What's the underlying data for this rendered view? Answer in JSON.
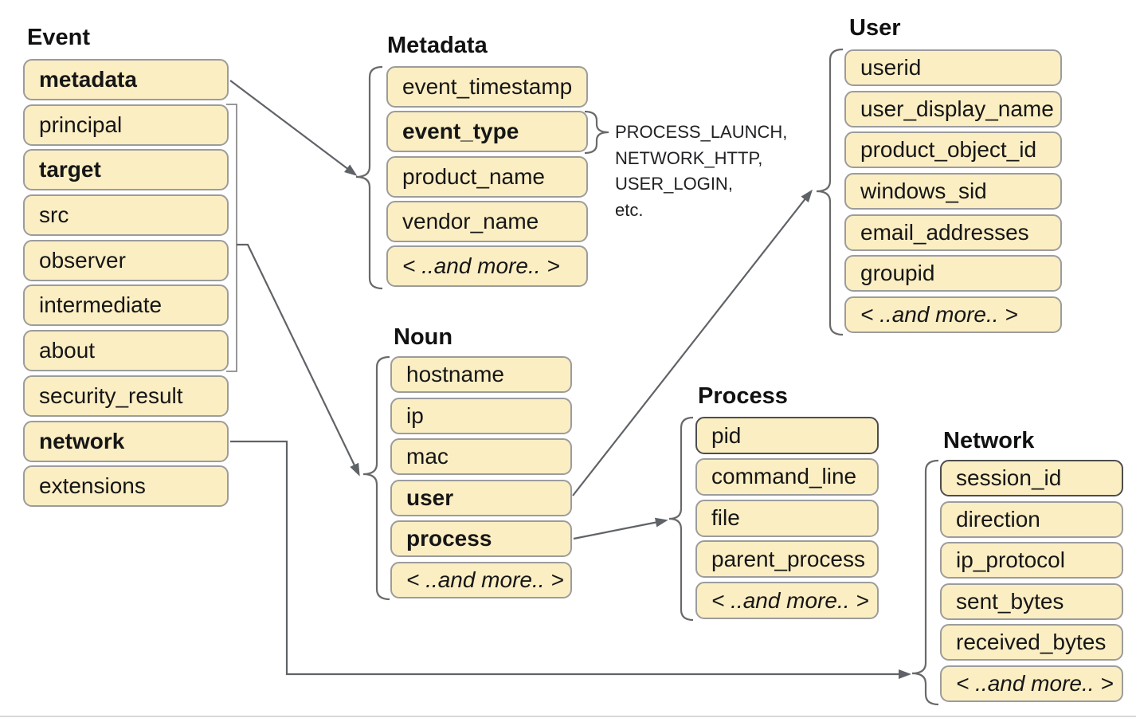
{
  "colors": {
    "box_fill": "#fbeec3",
    "box_border": "#9c9c9c",
    "box_border_highlight": "#4d4d4d",
    "connector": "#5f6368",
    "page_divider": "#d9d9d9"
  },
  "groups": [
    {
      "id": "event",
      "title": "Event",
      "items": [
        {
          "label": "metadata",
          "bold": true
        },
        {
          "label": "principal"
        },
        {
          "label": "target",
          "bold": true
        },
        {
          "label": "src"
        },
        {
          "label": "observer"
        },
        {
          "label": "intermediate"
        },
        {
          "label": "about"
        },
        {
          "label": "security_result"
        },
        {
          "label": "network",
          "bold": true
        },
        {
          "label": "extensions"
        }
      ]
    },
    {
      "id": "metadata",
      "title": "Metadata",
      "items": [
        {
          "label": "event_timestamp"
        },
        {
          "label": "event_type",
          "bold": true
        },
        {
          "label": "product_name"
        },
        {
          "label": "vendor_name"
        },
        {
          "label": "< ..and more.. >",
          "italic": true
        }
      ]
    },
    {
      "id": "noun",
      "title": "Noun",
      "items": [
        {
          "label": "hostname"
        },
        {
          "label": "ip"
        },
        {
          "label": "mac"
        },
        {
          "label": "user",
          "bold": true
        },
        {
          "label": "process",
          "bold": true
        },
        {
          "label": "< ..and more.. >",
          "italic": true
        }
      ]
    },
    {
      "id": "process",
      "title": "Process",
      "items": [
        {
          "label": "pid",
          "highlight_border": true
        },
        {
          "label": "command_line"
        },
        {
          "label": "file"
        },
        {
          "label": "parent_process"
        },
        {
          "label": "< ..and more.. >",
          "italic": true
        }
      ]
    },
    {
      "id": "user",
      "title": "User",
      "items": [
        {
          "label": "userid"
        },
        {
          "label": "user_display_name"
        },
        {
          "label": "product_object_id"
        },
        {
          "label": "windows_sid"
        },
        {
          "label": "email_addresses"
        },
        {
          "label": "groupid"
        },
        {
          "label": "< ..and more.. >",
          "italic": true
        }
      ]
    },
    {
      "id": "network",
      "title": "Network",
      "items": [
        {
          "label": "session_id",
          "highlight_border": true
        },
        {
          "label": "direction"
        },
        {
          "label": "ip_protocol"
        },
        {
          "label": "sent_bytes"
        },
        {
          "label": "received_bytes"
        },
        {
          "label": "< ..and more.. >",
          "italic": true
        }
      ]
    }
  ],
  "event_type_examples": {
    "lines": [
      "PROCESS_LAUNCH,",
      "NETWORK_HTTP,",
      "USER_LOGIN,",
      "etc."
    ]
  }
}
